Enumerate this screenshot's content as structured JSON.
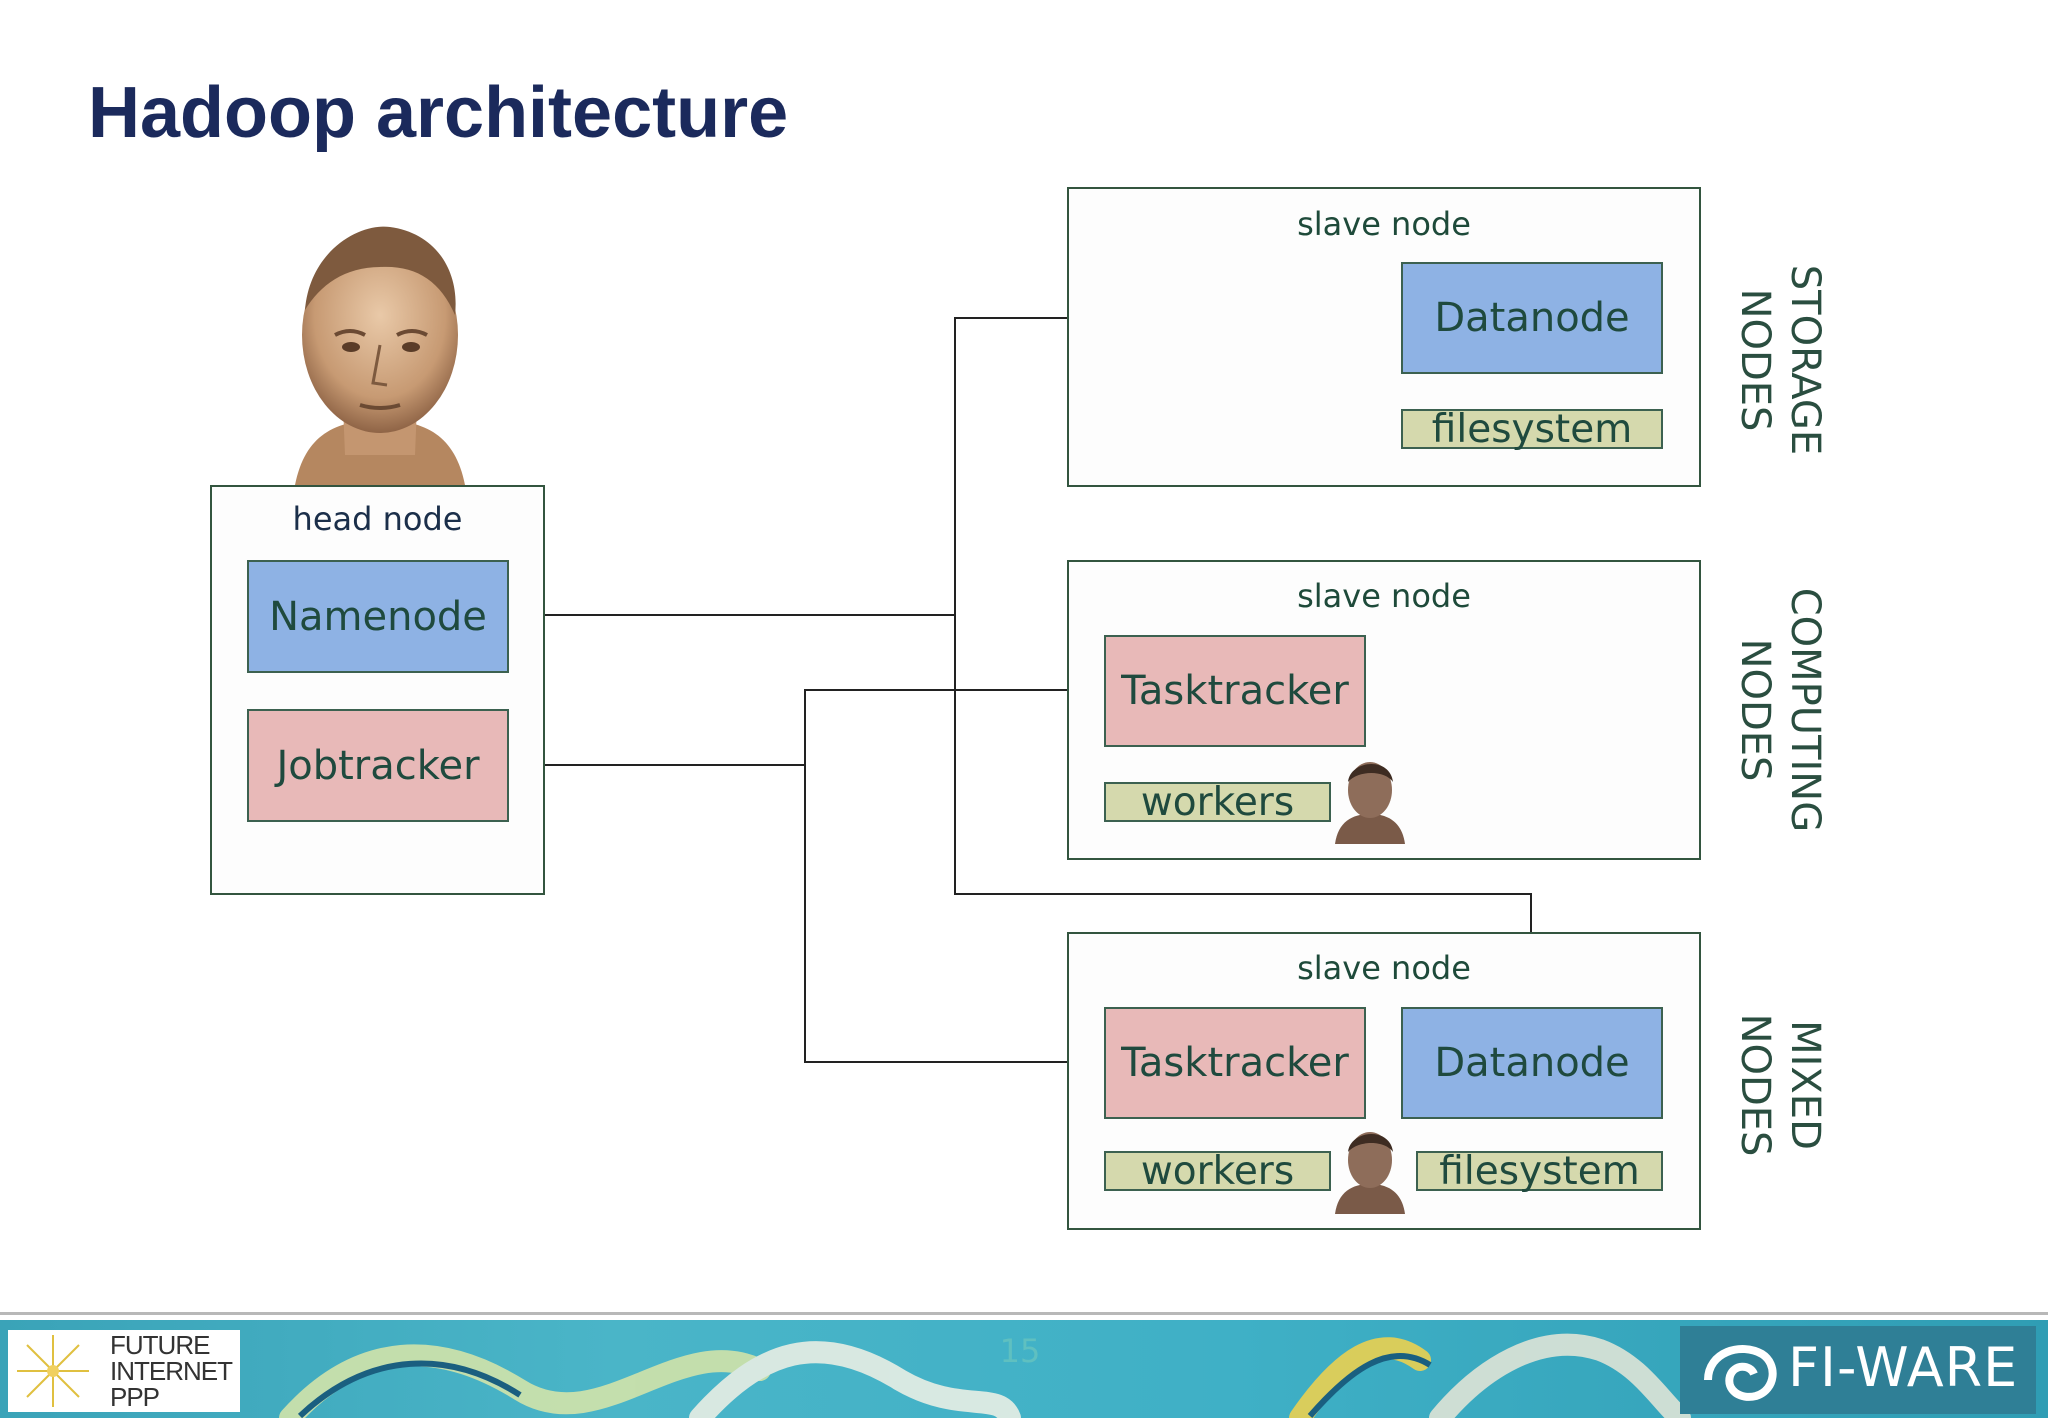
{
  "title": "Hadoop architecture",
  "head_node": {
    "caption": "head node",
    "namenode": "Namenode",
    "jobtracker": "Jobtracker"
  },
  "storage_node": {
    "caption": "slave node",
    "datanode": "Datanode",
    "filesystem": "filesystem",
    "side_label_line1": "STORAGE",
    "side_label_line2": "NODES"
  },
  "computing_node": {
    "caption": "slave node",
    "tasktracker": "Tasktracker",
    "workers": "workers",
    "side_label_line1": "COMPUTING",
    "side_label_line2": "NODES"
  },
  "mixed_node": {
    "caption": "slave node",
    "tasktracker": "Tasktracker",
    "datanode": "Datanode",
    "workers": "workers",
    "filesystem": "filesystem",
    "side_label_line1": "MIXED",
    "side_label_line2": "NODES"
  },
  "footer": {
    "page_number": "15",
    "left_logo_line1": "FUTURE",
    "left_logo_line2": "INTERNET",
    "left_logo_line3": "PPP",
    "right_logo": "FI-WARE"
  },
  "colors": {
    "title": "#1b2a5c",
    "blue_box": "#8eb2e4",
    "pink_box": "#e8b9b8",
    "strip": "#d5d9ad",
    "footer": "#3fb0c6"
  }
}
